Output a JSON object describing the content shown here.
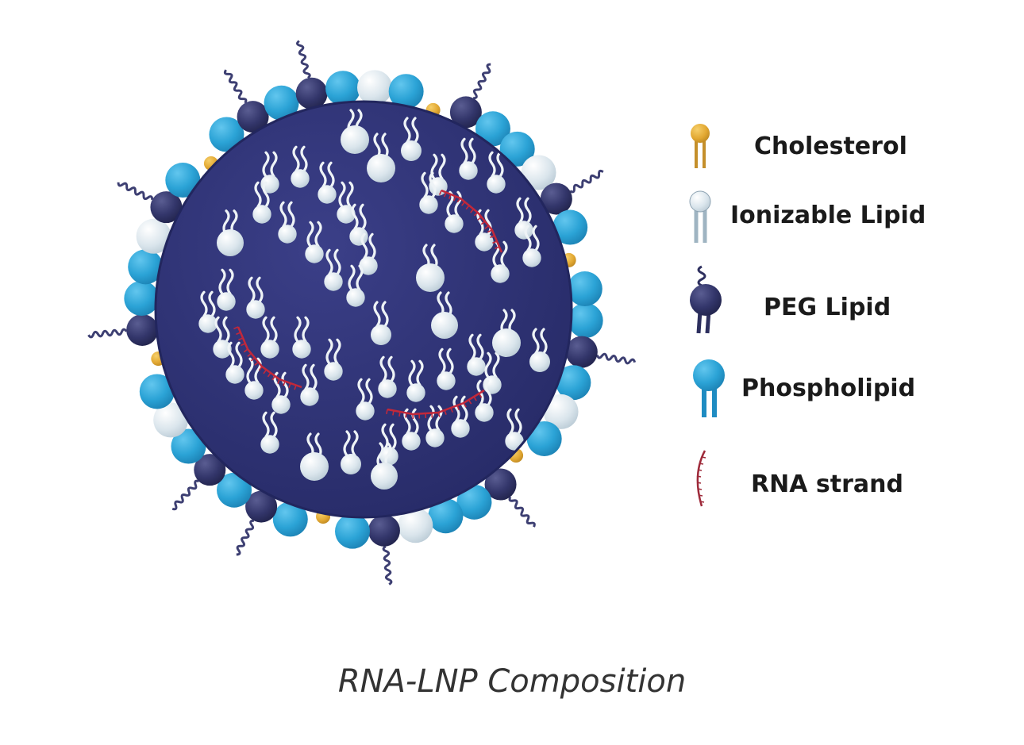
{
  "caption": "RNA-LNP Composition",
  "colors": {
    "background": "#ffffff",
    "core": "#2f3376",
    "core_edge": "#262a66",
    "cholesterol": "#e2a832",
    "ionizable_lipid": "#d7e3ea",
    "peg_lipid": "#2d2f5e",
    "phospholipid": "#2ba3d6",
    "rna_strand": "#c2283a",
    "tail_light": "#eef3f6"
  },
  "legend": {
    "items": [
      {
        "key": "cholesterol",
        "label": "Cholesterol",
        "icon": "cholesterol-icon"
      },
      {
        "key": "ionizable",
        "label": "Ionizable Lipid",
        "icon": "ionizable-lipid-icon"
      },
      {
        "key": "peg",
        "label": "PEG Lipid",
        "icon": "peg-lipid-icon"
      },
      {
        "key": "phospholipid",
        "label": "Phospholipid",
        "icon": "phospholipid-icon"
      },
      {
        "key": "rna",
        "label": "RNA strand",
        "icon": "rna-strand-icon"
      }
    ]
  }
}
